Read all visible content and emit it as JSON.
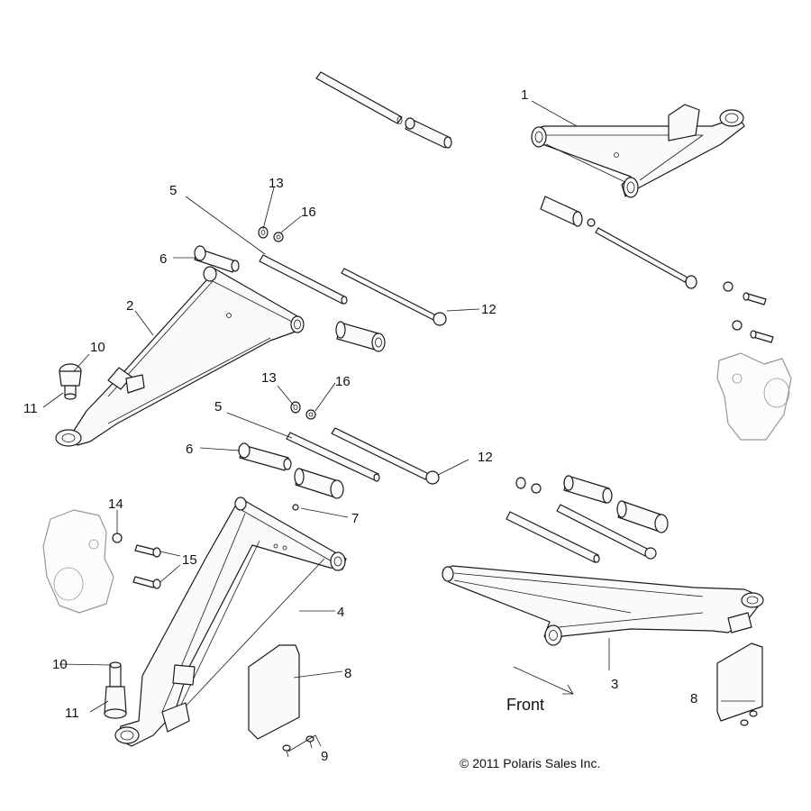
{
  "callouts": {
    "c1": "1",
    "c2": "2",
    "c3": "3",
    "c4": "4",
    "c5a": "5",
    "c5b": "5",
    "c6a": "6",
    "c6b": "6",
    "c7": "7",
    "c8a": "8",
    "c8b": "8",
    "c9": "9",
    "c10a": "10",
    "c10b": "10",
    "c11a": "11",
    "c11b": "11",
    "c12a": "12",
    "c12b": "12",
    "c13a": "13",
    "c13b": "13",
    "c14": "14",
    "c15": "15",
    "c16a": "16",
    "c16b": "16"
  },
  "front_label": "Front",
  "copyright": "© 2011 Polaris Sales Inc."
}
